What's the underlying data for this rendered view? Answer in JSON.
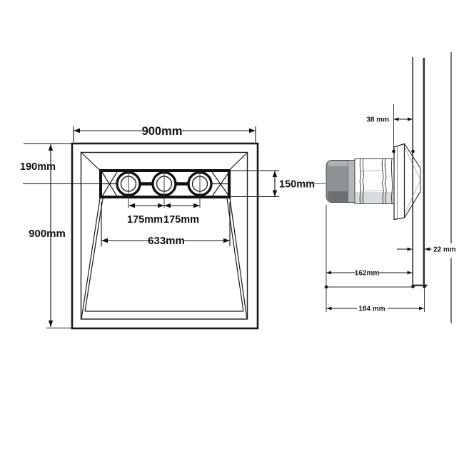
{
  "front_view": {
    "labels": {
      "overall_width": "900mm",
      "top_to_drain_center": "190mm",
      "overall_height": "900mm",
      "drain_channel_height": "150mm",
      "outlet_spacing_left": "175mm",
      "outlet_spacing_right": "175mm",
      "drain_channel_width": "633mm"
    }
  },
  "side_view": {
    "labels": {
      "front_protrusion": "38 mm",
      "panel_thickness": "22 mm",
      "body_depth": "162mm",
      "overall_depth": "184 mm"
    }
  },
  "colors": {
    "line": "#1b1b1b",
    "drain_box": "#111111",
    "body_gray": "#8f9396",
    "body_gray_light": "#b3b7b9",
    "body_gray_dark": "#6e7174",
    "thread_tint": "#d9dcde",
    "background": "#ffffff"
  }
}
